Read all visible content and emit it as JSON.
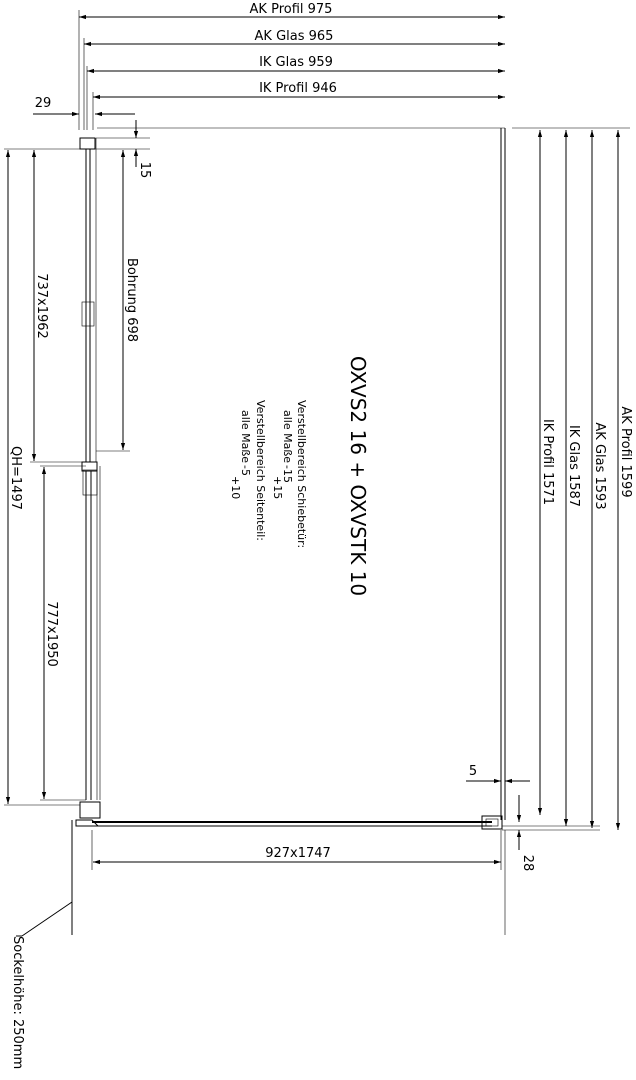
{
  "top_dims": {
    "ak_profil": "AK Profil 975",
    "ak_glas": "AK Glas 965",
    "ik_glas": "IK Glas 959",
    "ik_profil": "IK Profil 946"
  },
  "right_dims": {
    "ak_profil": "AK Profil 1599",
    "ak_glas": "AK Glas 1593",
    "ik_glas": "IK Glas 1587",
    "ik_profil": "IK Profil 1571"
  },
  "small_dims": {
    "d29": "29",
    "d15": "15",
    "d5": "5",
    "d28": "28"
  },
  "left_dims": {
    "door_upper": "737x1962",
    "bohrung": "Bohrung 698",
    "qh": "QH=1497",
    "door_lower": "777x1950"
  },
  "bottom_dim": "927x1747",
  "model": "OXVS2 16 + OXVSTK 10",
  "notes": {
    "schiebetuer_title": "Verstellbereich Schiebetür:",
    "schiebetuer_label": "alle Maße",
    "schiebetuer_minus": "-15",
    "schiebetuer_plus": "+15",
    "seitenteil_title": "Verstellbereich Seitenteil:",
    "seitenteil_label": "alle Maße",
    "seitenteil_minus": "-5",
    "seitenteil_plus": "+10"
  },
  "sockel": "Sockelhöhe: 250mm"
}
